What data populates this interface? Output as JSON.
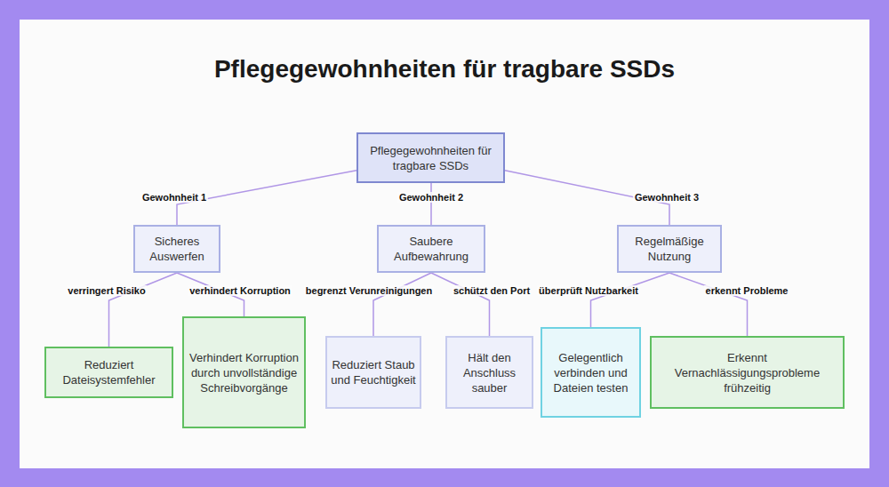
{
  "diagram": {
    "title": "Pflegegewohnheiten für tragbare SSDs",
    "nodes": [
      {
        "text": [
          "Pflegegewohnheiten für tragbare SSDs"
        ]
      },
      {
        "text": [
          "Sicheres Auswerfen"
        ]
      },
      {
        "text": [
          "Saubere Aufbewahrung"
        ]
      },
      {
        "text": [
          "Regelmäßige Nutzung"
        ]
      },
      {
        "text": [
          "Reduziert Dateisystemfehler"
        ]
      },
      {
        "text": [
          "Verhindert Korruption durch unvollständige Schreibvorgänge"
        ]
      },
      {
        "text": [
          "Reduziert Staub und Feuchtigkeit"
        ]
      },
      {
        "text": [
          "Hält den Anschluss sauber"
        ]
      },
      {
        "text": [
          "Gelegentlich verbinden und Dateien testen"
        ]
      },
      {
        "text": [
          "Erkennt Vernachlässigungsprobleme frühzeitig"
        ]
      }
    ],
    "edges": [
      {
        "from": 0,
        "to": 1,
        "label": "Gewohnheit 1",
        "arrow": "none"
      },
      {
        "from": 0,
        "to": 2,
        "label": "Gewohnheit 2",
        "arrow": "none"
      },
      {
        "from": 0,
        "to": 3,
        "label": "Gewohnheit 3",
        "arrow": "none"
      },
      {
        "from": 1,
        "to": 4,
        "label": "verringert Risiko",
        "arrow": "none"
      },
      {
        "from": 1,
        "to": 5,
        "label": "verhindert Korruption",
        "arrow": "none"
      },
      {
        "from": 2,
        "to": 6,
        "label": "begrenzt Verunreinigungen",
        "arrow": "none"
      },
      {
        "from": 2,
        "to": 7,
        "label": "schützt den Port",
        "arrow": "none"
      },
      {
        "from": 3,
        "to": 8,
        "label": "überprüft Nutzbarkeit",
        "arrow": "none"
      },
      {
        "from": 3,
        "to": 9,
        "label": "erkennt Probleme",
        "arrow": "none"
      }
    ]
  }
}
